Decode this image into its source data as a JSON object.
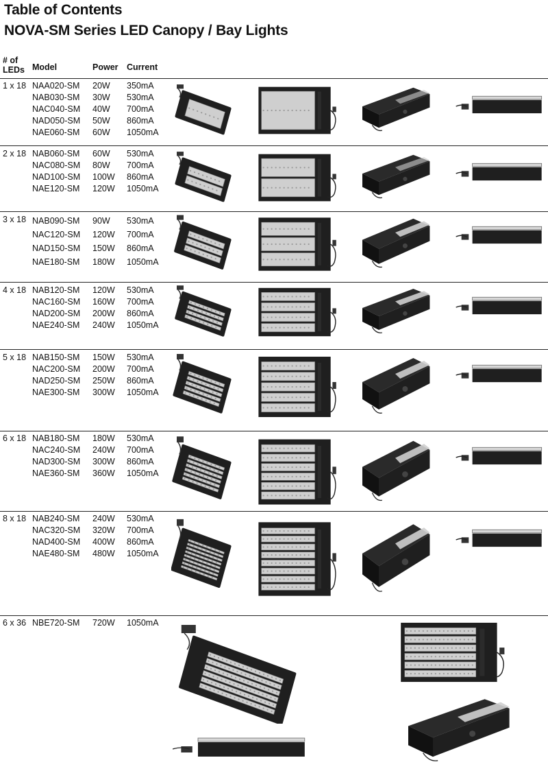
{
  "header": {
    "title": "Table of Contents",
    "subtitle": "NOVA-SM Series LED Canopy / Bay Lights"
  },
  "columns": {
    "leds": "# of LEDs",
    "model": "Model",
    "power": "Power",
    "current": "Current"
  },
  "groups": [
    {
      "leds": "1 x 18",
      "rows": [
        {
          "model": "NAA020-SM",
          "power": "20W",
          "current": "350mA"
        },
        {
          "model": "NAB030-SM",
          "power": "30W",
          "current": "530mA"
        },
        {
          "model": "NAC040-SM",
          "power": "40W",
          "current": "700mA"
        },
        {
          "model": "NAD050-SM",
          "power": "50W",
          "current": "860mA"
        },
        {
          "model": "NAE060-SM",
          "power": "60W",
          "current": "1050mA"
        }
      ]
    },
    {
      "leds": "2 x 18",
      "rows": [
        {
          "model": "NAB060-SM",
          "power": "60W",
          "current": "530mA"
        },
        {
          "model": "NAC080-SM",
          "power": "80W",
          "current": "700mA"
        },
        {
          "model": "NAD100-SM",
          "power": "100W",
          "current": "860mA"
        },
        {
          "model": "NAE120-SM",
          "power": "120W",
          "current": "1050mA"
        }
      ]
    },
    {
      "leds": "3 x 18",
      "rows": [
        {
          "model": "NAB090-SM",
          "power": "90W",
          "current": "530mA"
        },
        {
          "model": "NAC120-SM",
          "power": "120W",
          "current": "700mA"
        },
        {
          "model": "NAD150-SM",
          "power": "150W",
          "current": "860mA"
        },
        {
          "model": "NAE180-SM",
          "power": "180W",
          "current": "1050mA"
        }
      ]
    },
    {
      "leds": "4 x 18",
      "rows": [
        {
          "model": "NAB120-SM",
          "power": "120W",
          "current": "530mA"
        },
        {
          "model": "NAC160-SM",
          "power": "160W",
          "current": "700mA"
        },
        {
          "model": "NAD200-SM",
          "power": "200W",
          "current": "860mA"
        },
        {
          "model": "NAE240-SM",
          "power": "240W",
          "current": "1050mA"
        }
      ]
    },
    {
      "leds": "5 x 18",
      "rows": [
        {
          "model": "NAB150-SM",
          "power": "150W",
          "current": "530mA"
        },
        {
          "model": "NAC200-SM",
          "power": "200W",
          "current": "700mA"
        },
        {
          "model": "NAD250-SM",
          "power": "250W",
          "current": "860mA"
        },
        {
          "model": "NAE300-SM",
          "power": "300W",
          "current": "1050mA"
        }
      ]
    },
    {
      "leds": "6 x 18",
      "rows": [
        {
          "model": "NAB180-SM",
          "power": "180W",
          "current": "530mA"
        },
        {
          "model": "NAC240-SM",
          "power": "240W",
          "current": "700mA"
        },
        {
          "model": "NAD300-SM",
          "power": "300W",
          "current": "860mA"
        },
        {
          "model": "NAE360-SM",
          "power": "360W",
          "current": "1050mA"
        }
      ]
    },
    {
      "leds": "8 x 18",
      "rows": [
        {
          "model": "NAB240-SM",
          "power": "240W",
          "current": "530mA"
        },
        {
          "model": "NAC320-SM",
          "power": "320W",
          "current": "700mA"
        },
        {
          "model": "NAD400-SM",
          "power": "400W",
          "current": "860mA"
        },
        {
          "model": "NAE480-SM",
          "power": "480W",
          "current": "1050mA"
        }
      ]
    },
    {
      "leds": "6 x 36",
      "rows": [
        {
          "model": "NBE720-SM",
          "power": "720W",
          "current": "1050mA"
        }
      ]
    }
  ],
  "colors": {
    "housing": "#1f1f1f",
    "led_panel": "#cfcfcf",
    "rule": "#222222"
  }
}
